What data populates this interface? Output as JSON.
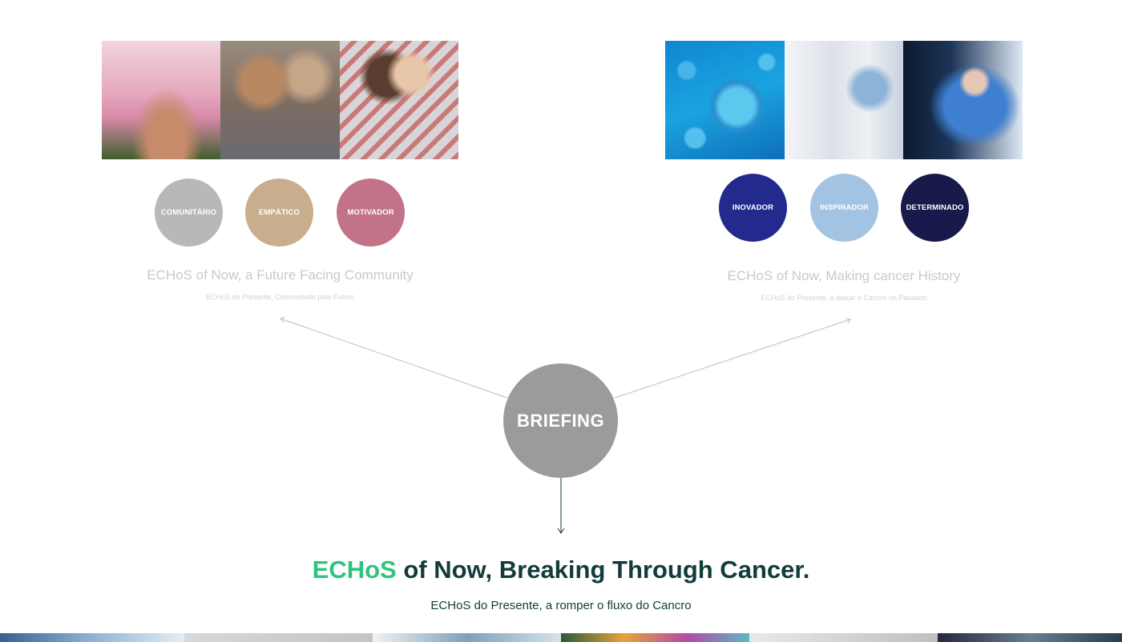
{
  "left_group": {
    "keywords": [
      "COMUNITÁRIO",
      "EMPÁTICO",
      "MOTIVADOR"
    ],
    "title": "ECHoS of Now, a Future Facing Community",
    "subtitle": "ECHoS do Presente, Comunidade pelo Futuro"
  },
  "right_group": {
    "keywords": [
      "INOVADOR",
      "INSPIRADOR",
      "DETERMINADO"
    ],
    "title": "ECHoS of Now, Making cancer History",
    "subtitle": "ECHoS do Presente, a deixar o Cancro no Passado"
  },
  "center": {
    "label": "BRIEFING"
  },
  "main": {
    "title_accent": "ECHoS",
    "title_rest": " of Now, Breaking Through Cancer.",
    "subtitle": "ECHoS do Presente, a romper o fluxo do Cancro"
  },
  "colors": {
    "comunitario": "#b8b8b8",
    "empatico": "#c9ae8e",
    "motivador": "#c27387",
    "inovador": "#222a8e",
    "inspirador": "#a3c3e2",
    "determinado": "#171a4a",
    "briefing": "#9b9b9b",
    "accent_green": "#2fc47e",
    "dark_teal": "#123b3a"
  }
}
